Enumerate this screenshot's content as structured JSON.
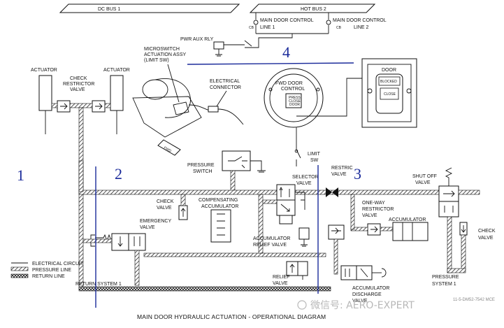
{
  "diagram": {
    "title": "MAIN DOOR HYDRAULIC ACTUATION - OPERATIONAL DIAGRAM",
    "buses": {
      "dc_bus_1": "DC BUS 1",
      "hot_bus_2": "HOT BUS 2"
    },
    "breakers": {
      "cb1_line1": "MAIN DOOR CONTROL",
      "cb1_line2": "LINE 1",
      "cb1_tag": "CB",
      "cb2_line1": "MAIN DOOR CONTROL",
      "cb2_line2": "LINE 2",
      "cb2_tag": "CB"
    },
    "pwr_aux_rly": "PWR AUX RLY",
    "microswitch": [
      "MICROSWITCH",
      "ACTUATION ASSY",
      "(LIMIT SW)"
    ],
    "electrical_connector": [
      "ELECTRICAL",
      "CONNECTOR"
    ],
    "fwd_label": "FWD",
    "actuator_left": "ACTUATOR",
    "actuator_right": "ACTUATOR",
    "check_restrictor": [
      "CHECK",
      "RESTRICTOR",
      "VALVE"
    ],
    "fwd_door_control": [
      "FWD DOOR",
      "CONTROL"
    ],
    "press_close": [
      "PRESS",
      "CLOSE",
      "DOOR"
    ],
    "door_panel": {
      "door": "DOOR",
      "blocked": "BLOCKED",
      "close": "CLOSE"
    },
    "pressure_switch": [
      "PRESSURE",
      "SWITCH"
    ],
    "limit_sw": [
      "LIMIT",
      "SW"
    ],
    "selector_valve": [
      "SELECTOR",
      "VALVE"
    ],
    "restrictor_valve": [
      "RESTRIC",
      "VALVE"
    ],
    "shut_off_valve": [
      "SHUT OFF",
      "VALVE"
    ],
    "check_valve_left": [
      "CHECK",
      "VALVE"
    ],
    "compensating_accumulator": [
      "COMPENSATING",
      "ACCUMULATOR"
    ],
    "emergency_valve": [
      "EMERGENCY",
      "VALVE"
    ],
    "accumulator_relief": [
      "ACCUMULATOR",
      "RELIEF VALVE"
    ],
    "one_way_restrictor": [
      "ONE-WAY",
      "RESTRICTOR",
      "VALVE"
    ],
    "accumulator": "ACCUMULATOR",
    "check_valve_right": [
      "CHECK",
      "VALVE"
    ],
    "pressure_system": [
      "PRESSURE",
      "SYSTEM 1"
    ],
    "relief_valve": [
      "RELIEF",
      "VALVE"
    ],
    "accumulator_discharge": [
      "ACCUMULATOR",
      "DISCHARGE",
      "VALVE"
    ],
    "return_system": "RETURN SYSTEM 1",
    "legend": [
      "ELECTRICAL CIRCUIT",
      "PRESSURE LINE",
      "RETURN LINE"
    ],
    "zones": [
      "1",
      "2",
      "3",
      "4"
    ],
    "watermark": "微信号: AERO-EXPERT",
    "ref_code": "11-5-DM52-7542 MCE"
  },
  "colors": {
    "zone_line": "#1a2a9a",
    "line": "#111111",
    "watermark": "#b8b8b8"
  }
}
